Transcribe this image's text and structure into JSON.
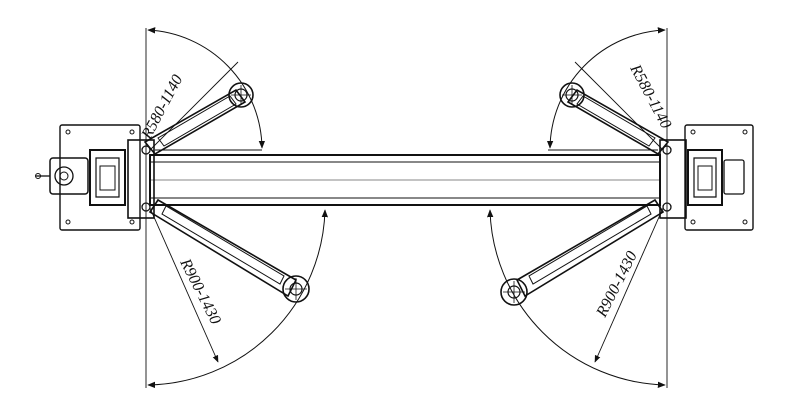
{
  "diagram": {
    "labels": {
      "short_arm_left": "R580-1140",
      "short_arm_right": "R580-1140",
      "long_arm_left": "R900-1430",
      "long_arm_right": "R900-1430"
    },
    "colors": {
      "line": "#111111",
      "background": "#ffffff"
    }
  }
}
